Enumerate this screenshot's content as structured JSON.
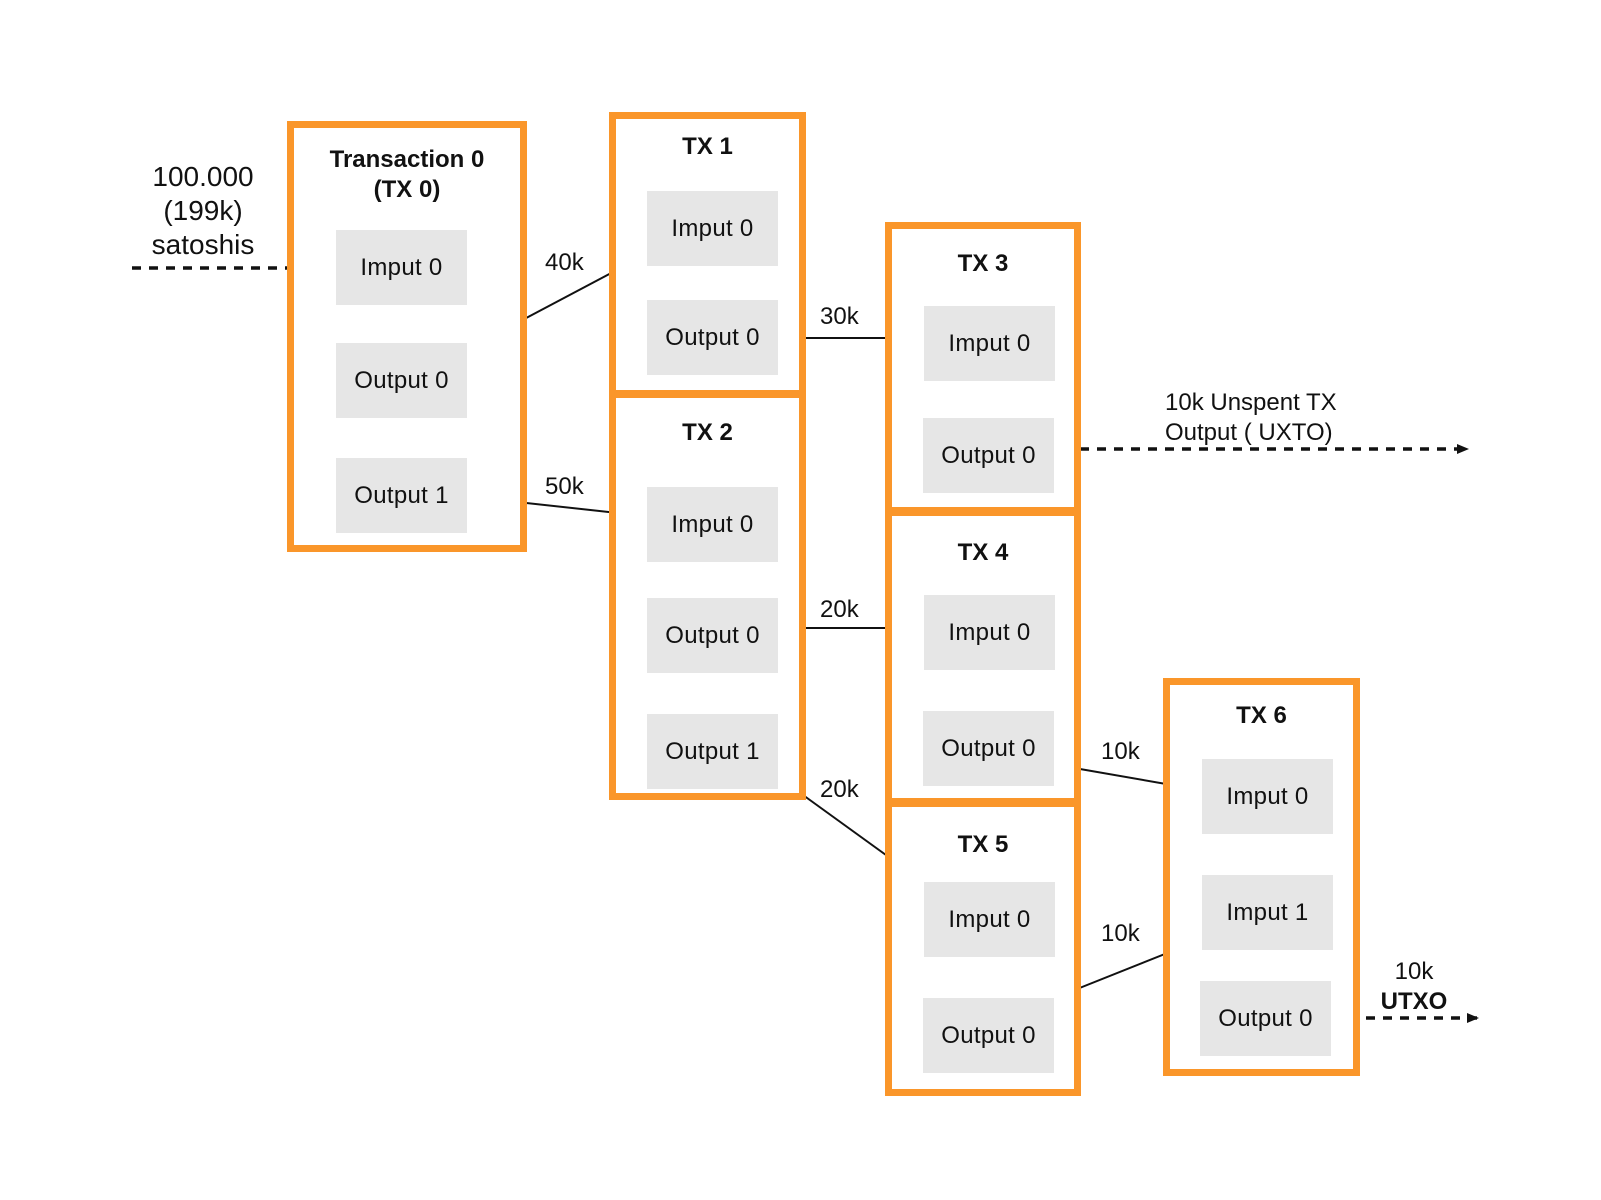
{
  "source": {
    "amount": "100.000",
    "note": "(199k)",
    "unit": "satoshis"
  },
  "transactions": {
    "tx0": {
      "title": "Transaction 0\n(TX 0)",
      "input0": "Imput 0",
      "output0": "Output 0",
      "output1": "Output 1"
    },
    "tx1": {
      "title": "TX 1",
      "input0": "Imput 0",
      "output0": "Output 0"
    },
    "tx2": {
      "title": "TX 2",
      "input0": "Imput 0",
      "output0": "Output 0",
      "output1": "Output 1"
    },
    "tx3": {
      "title": "TX 3",
      "input0": "Imput 0",
      "output0": "Output 0"
    },
    "tx4": {
      "title": "TX 4",
      "input0": "Imput 0",
      "output0": "Output 0"
    },
    "tx5": {
      "title": "TX 5",
      "input0": "Imput 0",
      "output0": "Output 0"
    },
    "tx6": {
      "title": "TX 6",
      "input0": "Imput 0",
      "input1": "Imput 1",
      "output0": "Output 0"
    }
  },
  "flows": {
    "tx0_out0_to_tx1": "40k",
    "tx0_out1_to_tx2": "50k",
    "tx1_out0_to_tx3": "30k",
    "tx2_out0_to_tx4": "20k",
    "tx2_out1_to_tx5": "20k",
    "tx4_out0_to_tx6": "10k",
    "tx5_out0_to_tx6": "10k"
  },
  "unspent": {
    "tx3_line1": "10k Unspent TX",
    "tx3_line2": "Output ( UXTO)",
    "tx6_amount": "10k",
    "tx6_label": "UTXO"
  },
  "colors": {
    "tx_border": "#fa962a",
    "port_fill": "#e6e6e6"
  }
}
